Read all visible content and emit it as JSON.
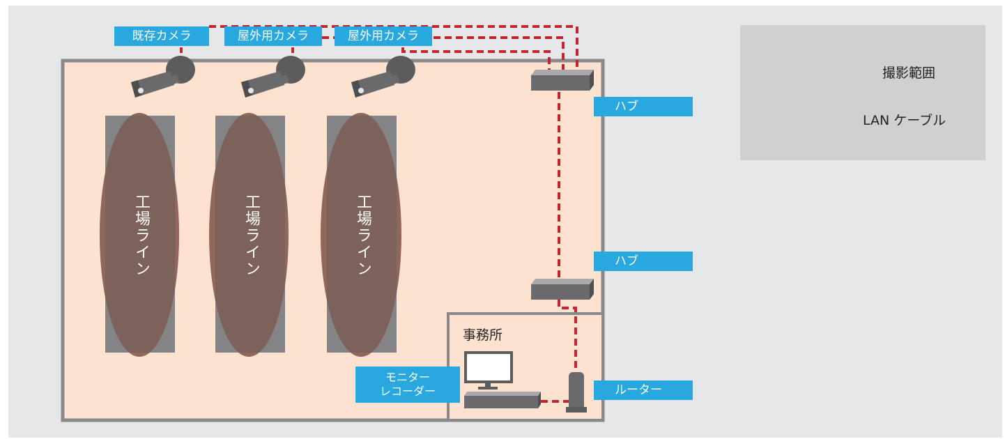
{
  "cameras": {
    "existing_label": "既存カメラ",
    "outdoor_label_1": "屋外用カメラ",
    "outdoor_label_2": "屋外用カメラ"
  },
  "factory": {
    "line_label_1": "工場ライン",
    "line_label_2": "工場ライン",
    "line_label_3": "工場ライン"
  },
  "hubs": {
    "hub_label_1": "ハブ",
    "hub_label_2": "ハブ"
  },
  "office": {
    "title": "事務所",
    "recorder_label_line1": "モニター",
    "recorder_label_line2": "レコーダー",
    "router_label": "ルーター"
  },
  "legend": {
    "range_label": "撮影範囲",
    "lan_label": "LAN ケーブル"
  },
  "colors": {
    "background": "#e6e7e9",
    "factory_floor": "#fde3cf",
    "label_blue": "#29a7df",
    "cable_red": "#c4242f",
    "line_gray": "#888889",
    "range_dark": "#7b5a52",
    "range_light": "#e7a08d",
    "legend_bg": "#cfd0d2",
    "legend_range": "#c4958a"
  }
}
